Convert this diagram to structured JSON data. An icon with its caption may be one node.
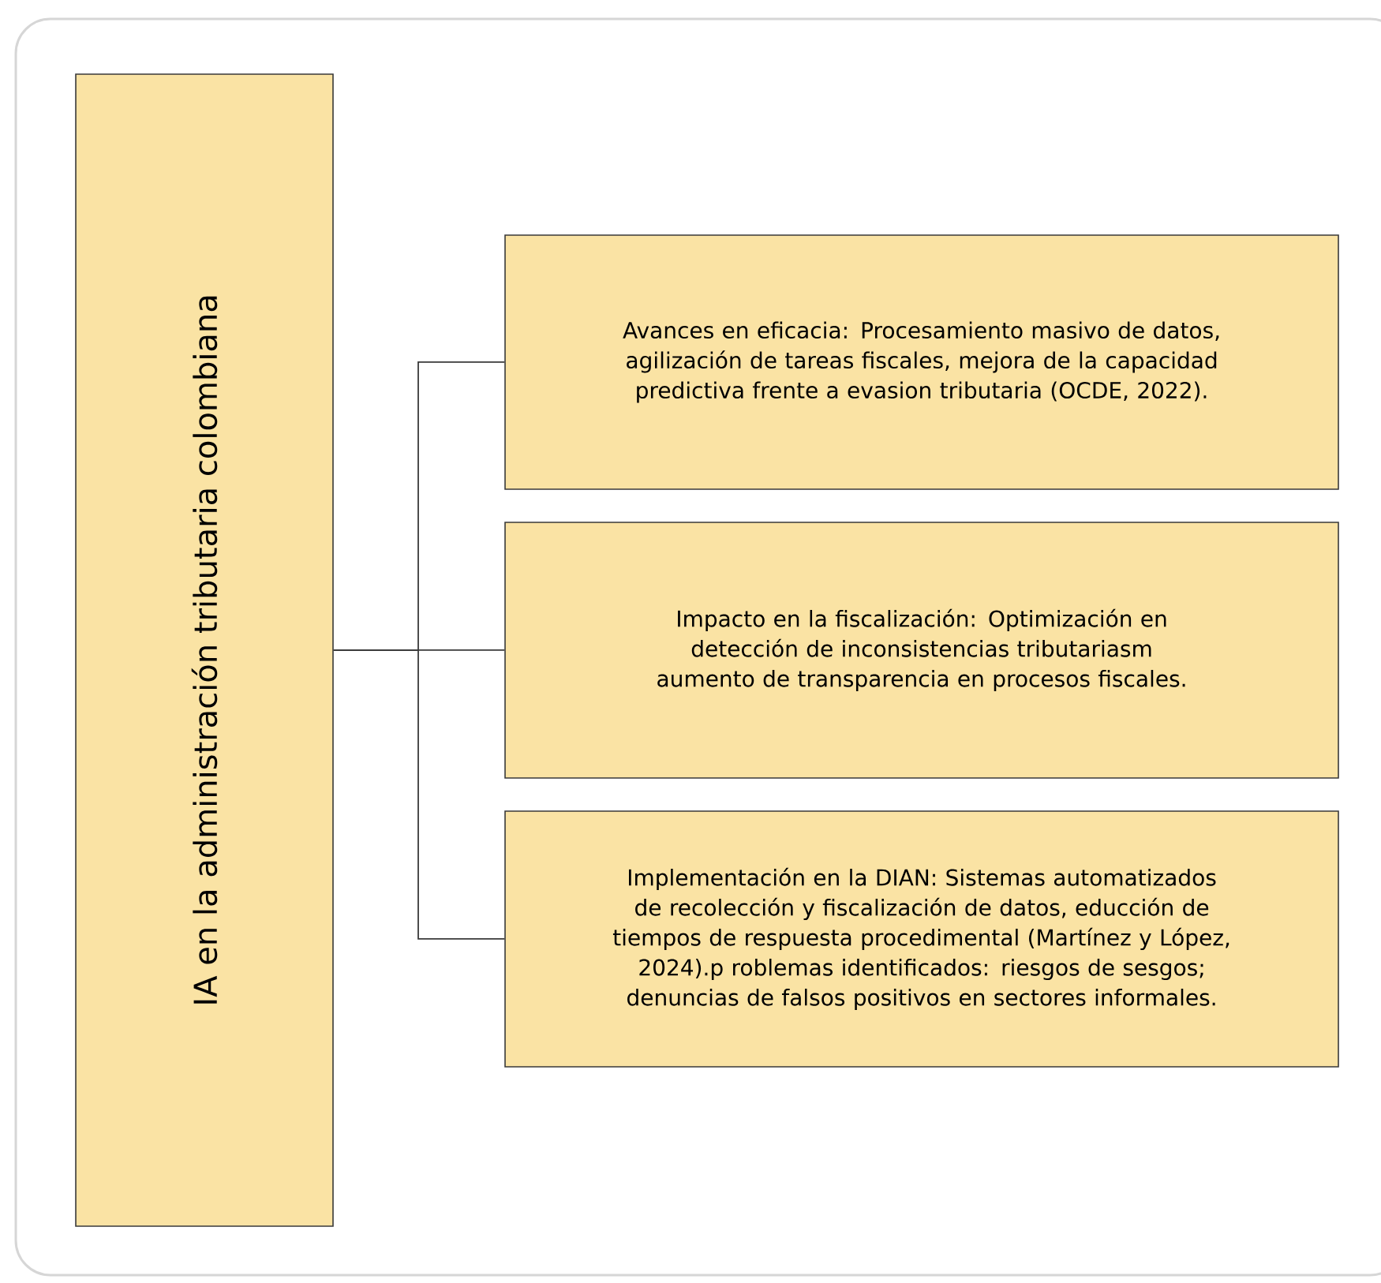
{
  "diagram": {
    "nodes": [
      {
        "text": [
          "IA en la administración tributaria colombiana"
        ]
      },
      {
        "text": [
          "Avances en eficacia: Procesamiento masivo de datos, agilización de tareas fiscales, mejora de la capacidad predictiva frente a evasion tributaria (OCDE, 2022)."
        ]
      },
      {
        "text": [
          "Impacto en la fiscalización: Optimización en detección de inconsistencias tributariasm aumento de transparencia en procesos fiscales."
        ]
      },
      {
        "text": [
          "Implementación en la DIAN: Sistemas automatizados de recolección y fiscalización de datos, educción de tiempos de respuesta procedimental (Martínez y López, 2024).p roblemas identificados: riesgos de sesgos; denuncias de falsos positivos en sectores informales."
        ]
      }
    ],
    "edges": [
      {
        "from": 0,
        "to": 1,
        "arrow": "none"
      },
      {
        "from": 0,
        "to": 2,
        "arrow": "none"
      },
      {
        "from": 0,
        "to": 3,
        "arrow": "none"
      }
    ]
  }
}
